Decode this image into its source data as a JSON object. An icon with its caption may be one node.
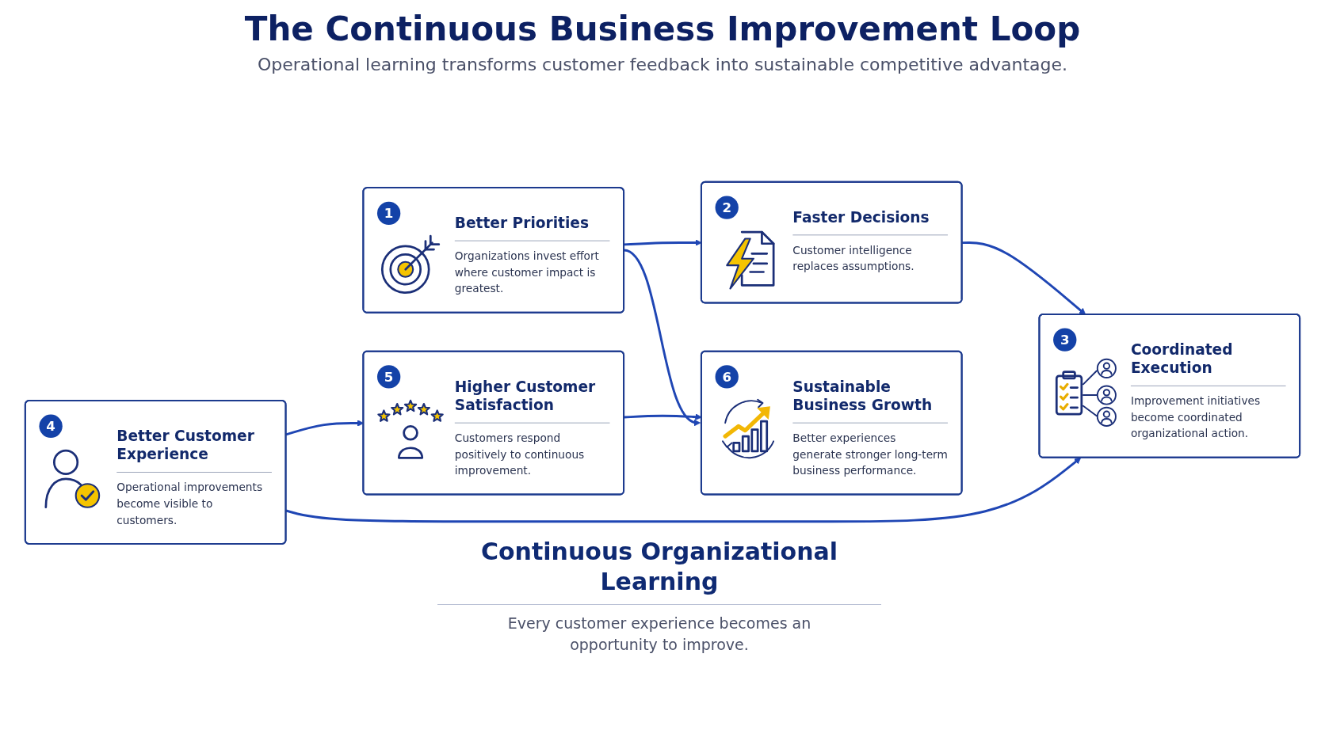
{
  "diagram": {
    "title": "The Continuous Business Improvement Loop",
    "nodes": [
      {
        "text": [
          "1",
          "Better Priorities",
          "Organizations invest effort where customer impact is greatest."
        ]
      },
      {
        "text": [
          "2",
          "Faster Decisions",
          "Customer intelligence replaces assumptions."
        ]
      },
      {
        "text": [
          "3",
          "Coordinated Execution",
          "Improvement initiatives become coordinated organizational action."
        ]
      },
      {
        "text": [
          "4",
          "Better Customer Experience",
          "Operational improvements become visible to customers."
        ]
      },
      {
        "text": [
          "5",
          "Higher Customer Satisfaction",
          "Customers respond positively to continuous improvement."
        ]
      },
      {
        "text": [
          "6",
          "Sustainable Business Growth",
          "Better experiences generate stronger long-term business performance."
        ]
      }
    ],
    "edges": [
      {
        "from": 0,
        "to": 1,
        "arrow": "to"
      },
      {
        "from": 1,
        "to": 2,
        "arrow": "to"
      },
      {
        "from": 3,
        "to": 2,
        "arrow": "to"
      },
      {
        "from": 3,
        "to": 4,
        "arrow": "to"
      },
      {
        "from": 4,
        "to": 5,
        "arrow": "to"
      },
      {
        "from": 0,
        "to": 5,
        "arrow": "to"
      }
    ],
    "labels": [
      "Operational learning transforms customer feedback into sustainable competitive advantage.",
      "Continuous Organizational Learning",
      "Every customer experience becomes an opportunity to improve."
    ]
  }
}
